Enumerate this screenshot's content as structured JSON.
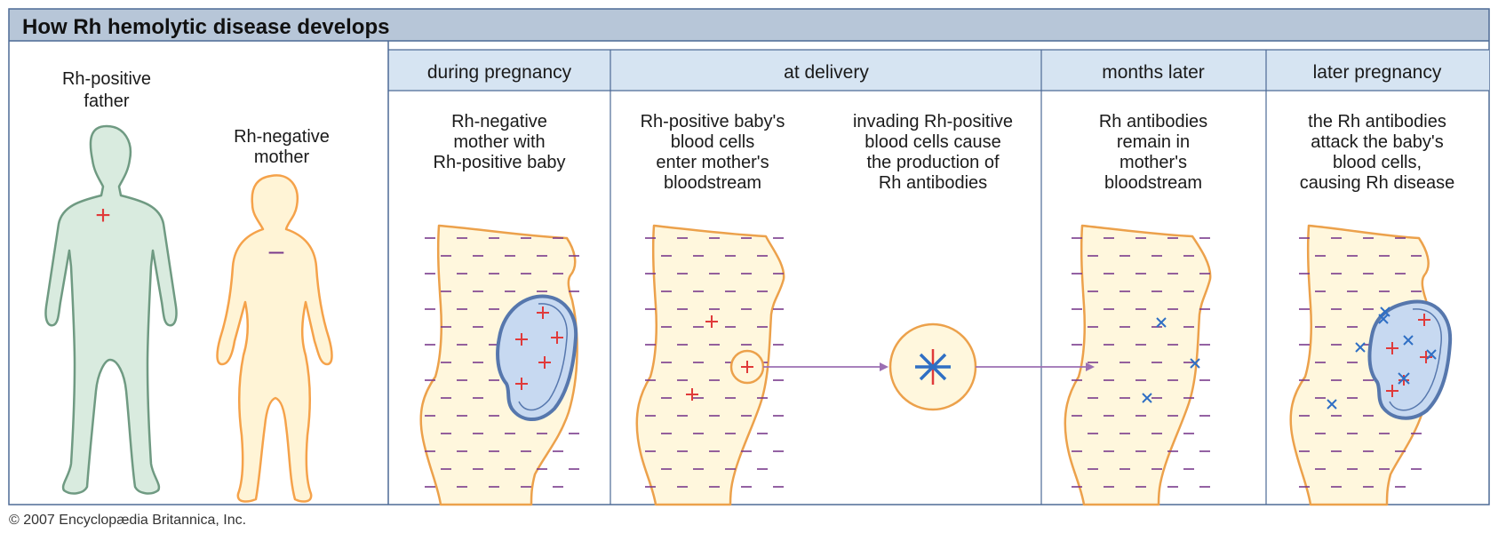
{
  "title": "How Rh hemolytic disease develops",
  "copyright": "© 2007 Encyclopædia Britannica, Inc.",
  "father_label": [
    "Rh-positive",
    "father"
  ],
  "mother_label": [
    "Rh-negative",
    "mother"
  ],
  "father_sign": "+",
  "mother_sign": "–",
  "stages": [
    {
      "header": "during pregnancy"
    },
    {
      "header": "at delivery"
    },
    {
      "header": "months later"
    },
    {
      "header": "later pregnancy"
    }
  ],
  "panels": [
    {
      "lines": [
        "Rh-negative",
        "mother with",
        "Rh-positive baby"
      ]
    },
    {
      "lines": [
        "Rh-positive baby's",
        "blood cells",
        "enter mother's",
        "bloodstream"
      ]
    },
    {
      "lines": [
        "invading Rh-positive",
        "blood cells cause",
        "the production of",
        "Rh antibodies"
      ]
    },
    {
      "lines": [
        "Rh antibodies",
        "remain in",
        "mother's",
        "bloodstream"
      ]
    },
    {
      "lines": [
        "the Rh antibodies",
        "attack the baby's",
        "blood cells,",
        "causing Rh disease"
      ]
    }
  ],
  "colors": {
    "title_bar": "#b7c6d8",
    "header_bar": "#d6e4f2",
    "border": "#4d6a96",
    "father_fill": "#d9ebdf",
    "father_stroke": "#6f9a82",
    "mother_fill": "#fff4d6",
    "mother_stroke": "#f5a24a",
    "torso_fill": "#fff7dd",
    "torso_stroke": "#eca14b",
    "baby_fill": "#c7d9f1",
    "baby_stroke": "#5677ad",
    "plus": "#e03a3a",
    "minus": "#7a3a8c",
    "antibody": "#2f6fc4",
    "arrow": "#9b6fb2"
  }
}
